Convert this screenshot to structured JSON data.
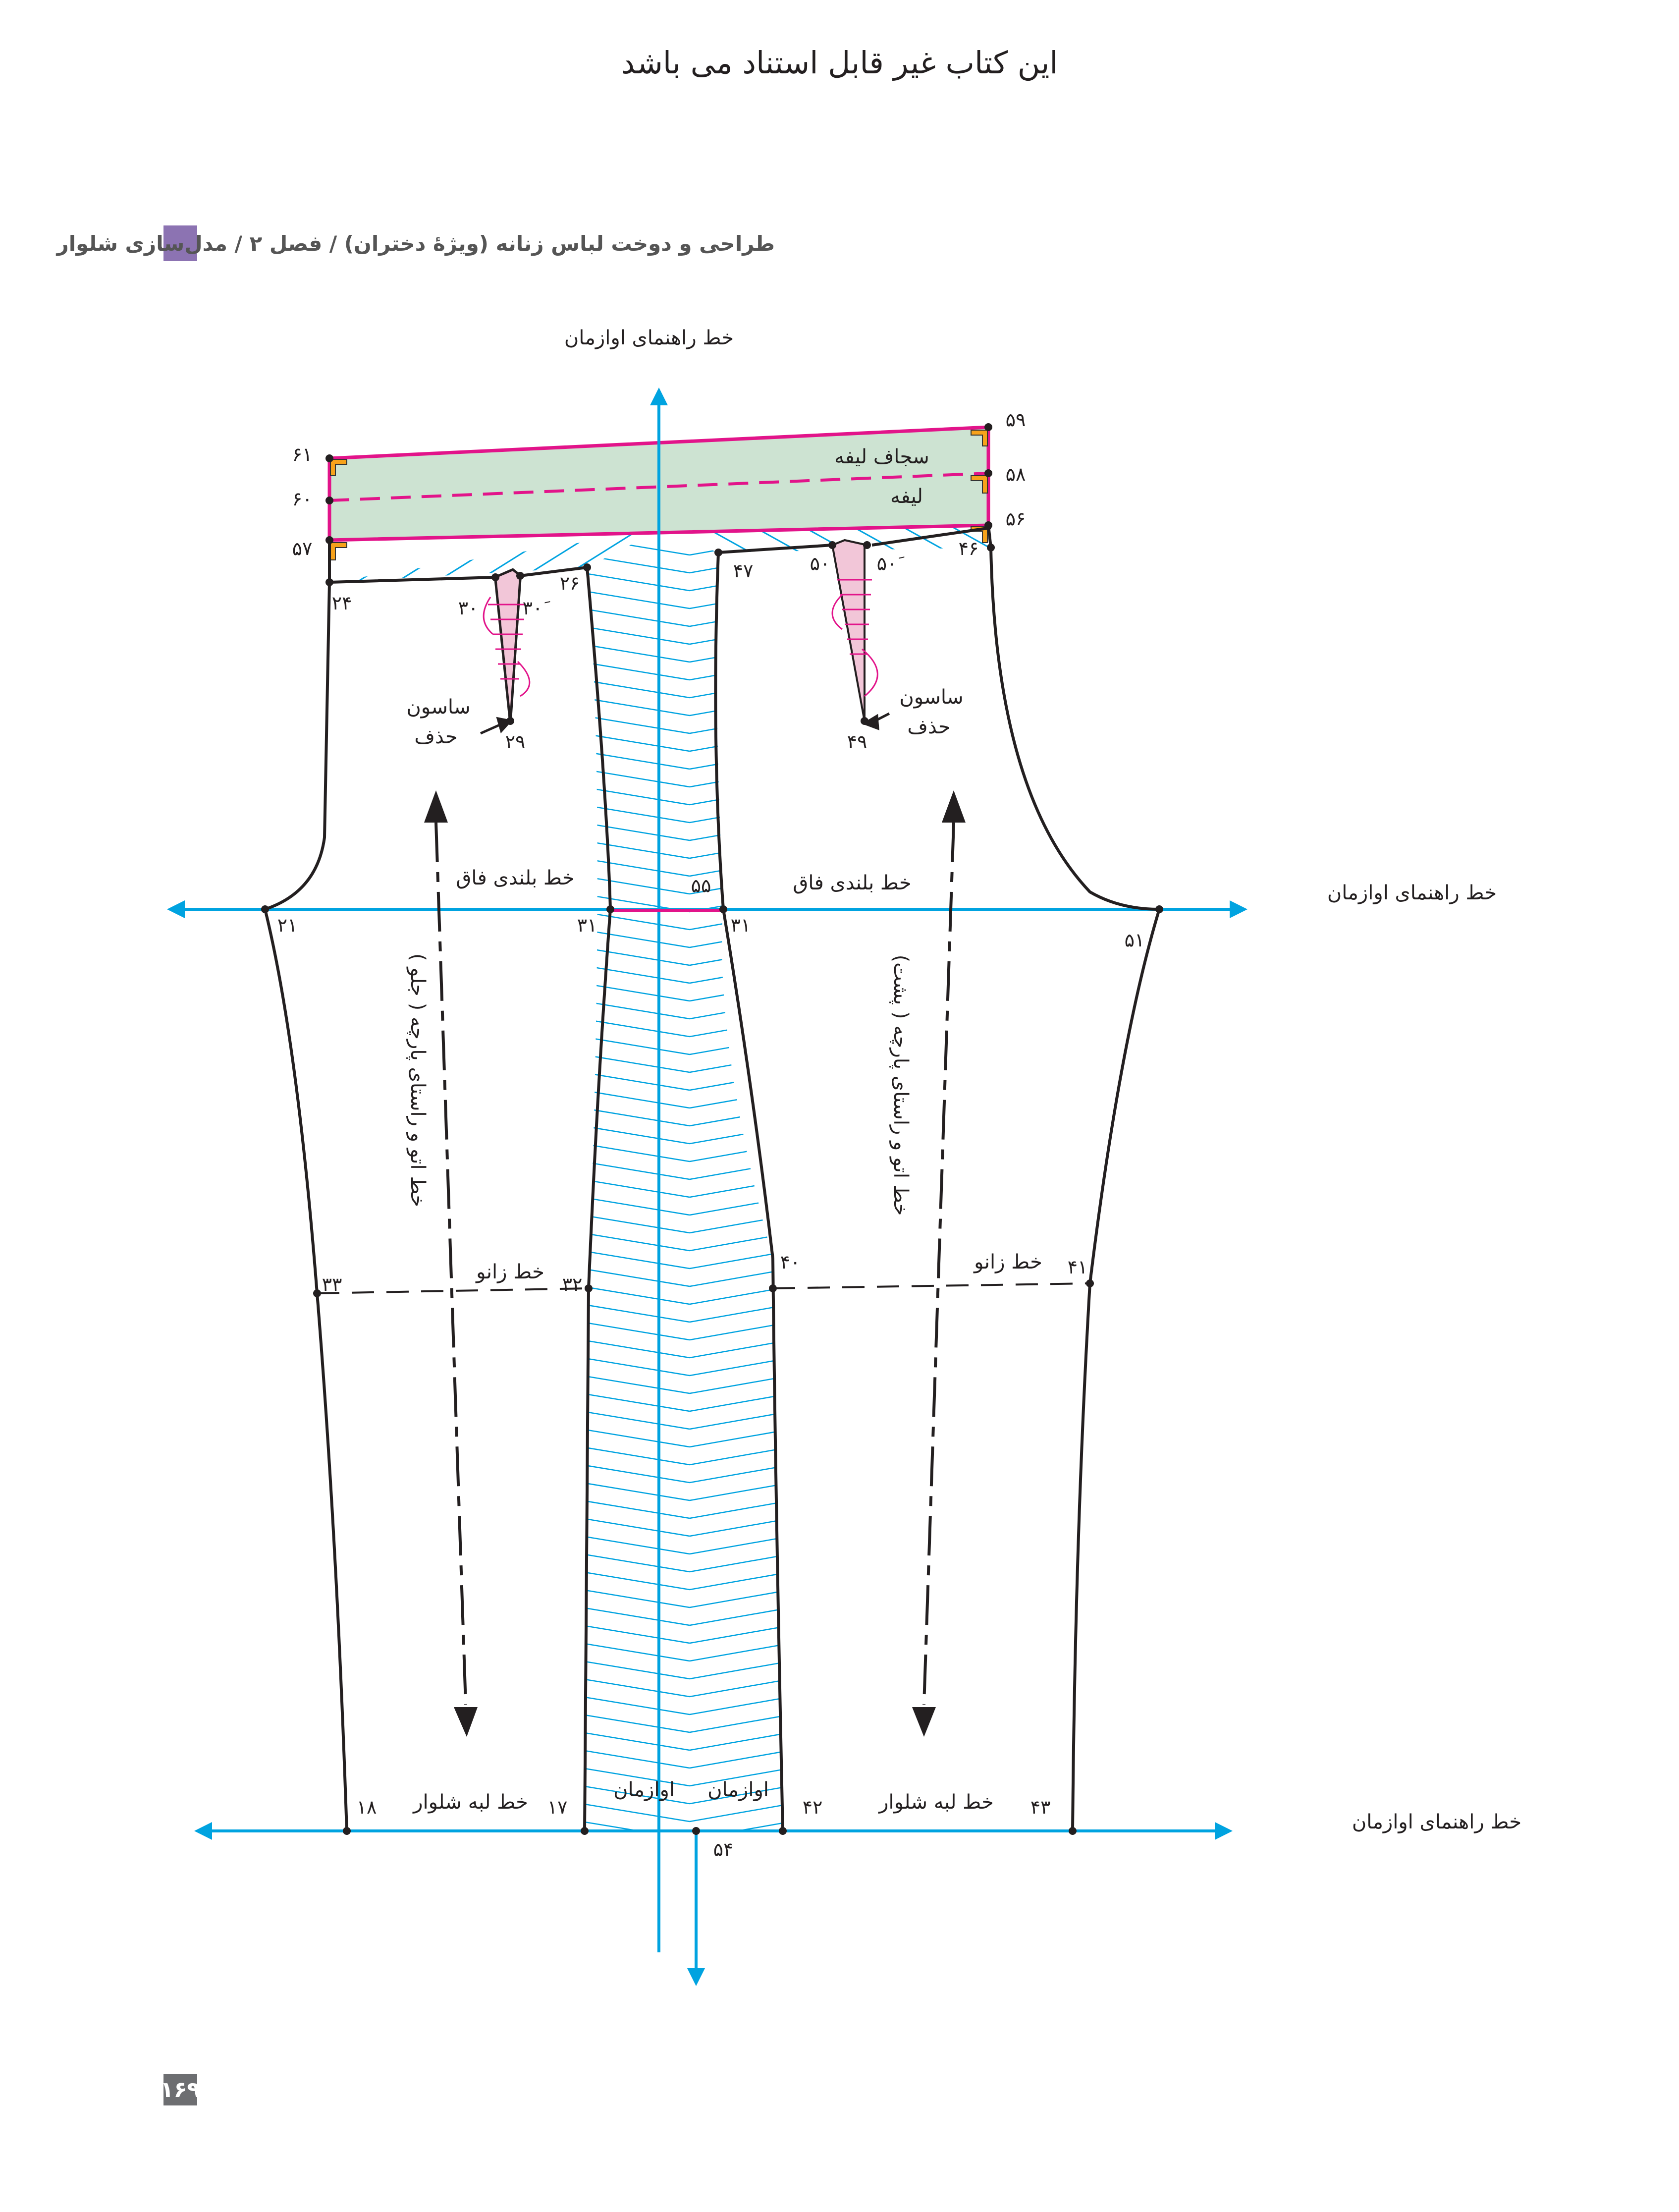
{
  "page_title": "این کتاب غیر قابل استناد می باشد",
  "header": {
    "text": "طراحی و دوخت لباس زنانه (ویژۀ دختران) / فصل ۲ / مدل‌سازی شلوار",
    "accent_color": "#8c73b2"
  },
  "page_number": "۱۶۹",
  "colors": {
    "guide": "#00a3e0",
    "waistband_fill": "#cde3d2",
    "waistband_edge": "#e2148a",
    "hatch": "#00a3e0",
    "dart_fill": "#f2c6d8",
    "notch": "#f7a21b"
  },
  "labels": {
    "guide_top": "خط راهنمای اوازمان",
    "guide_right_crotch": "خط راهنمای اوازمان",
    "guide_right_hem": "خط راهنمای اوازمان",
    "waistband_facing": "سجاف لیفه",
    "waistband": "لیفه",
    "crotch_line_front": "خط بلندی فاق",
    "crotch_line_back": "خط بلندی فاق",
    "knee_line_front": "خط زانو",
    "knee_line_back": "خط زانو",
    "hem_line_front": "خط لبه شلوار",
    "hem_line_back": "خط لبه شلوار",
    "grain_front": "خط اتو و راستای پارچه ( جلو )",
    "grain_back": "خط اتو و راستای پارچه ( پشت)",
    "dart_remove_front_1": "ساسون",
    "dart_remove_front_2": "حذف",
    "dart_remove_back_1": "ساسون",
    "dart_remove_back_2": "حذف",
    "inseam_front": "اوازمان",
    "inseam_back": "اوازمان"
  },
  "points": {
    "p59": "۵۹",
    "p58": "۵۸",
    "p56": "۵۶",
    "p61": "۶۱",
    "p60": "۶۰",
    "p57": "۵۷",
    "p24": "۲۴",
    "p26": "۲۶",
    "p30a": "۳۰",
    "p30b": "۳۰َ",
    "p29": "۲۹",
    "p47": "۴۷",
    "p50a": "۵۰",
    "p50b": "۵۰َ",
    "p46": "۴۶",
    "p49": "۴۹",
    "p21": "۲۱",
    "p31a": "۳۱",
    "p31b": "۳۱",
    "p55": "۵۵",
    "p51": "۵۱",
    "p33": "۳۳",
    "p32": "۳۲",
    "p40": "۴۰",
    "p41": "۴۱",
    "p18": "۱۸",
    "p17": "۱۷",
    "p42": "۴۲",
    "p43": "۴۳",
    "p54": "۵۴"
  }
}
